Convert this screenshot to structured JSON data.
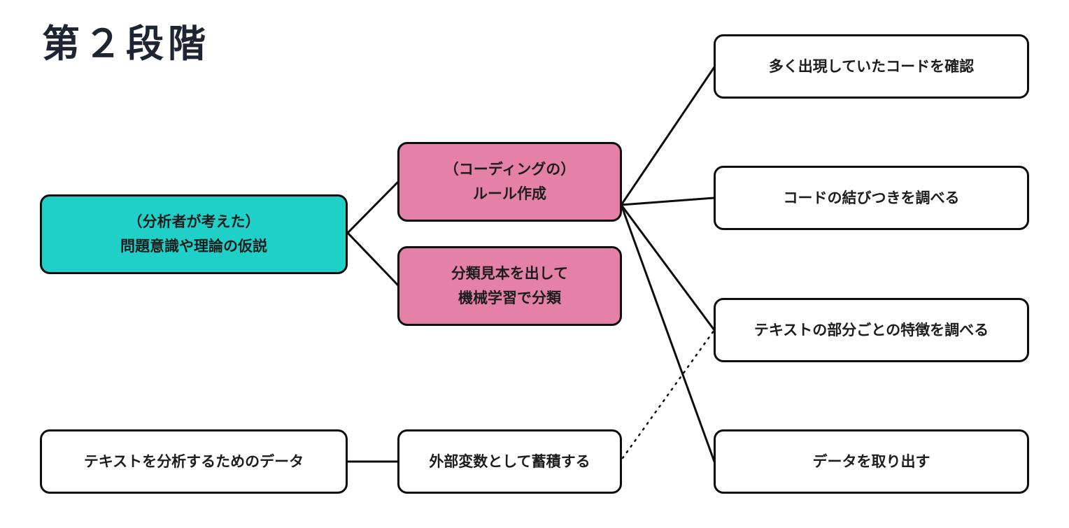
{
  "title": "第２段階",
  "colors": {
    "teal": "#1fd0c8",
    "pink": "#e581a8",
    "border": "#0d0d0d"
  },
  "nodes": {
    "hypothesis": {
      "line1": "（分析者が考えた）",
      "line2": "問題意識や理論の仮説"
    },
    "rules": {
      "line1": "（コーディングの）",
      "line2": "ルール作成"
    },
    "ml": {
      "line1": "分類見本を出して",
      "line2": "機械学習で分類"
    },
    "text_data": {
      "label": "テキストを分析するためのデータ"
    },
    "external": {
      "label": "外部変数として蓄積する"
    },
    "frequent_codes": {
      "label": "多く出現していたコードを確認"
    },
    "code_links": {
      "label": "コードの結びつきを調べる"
    },
    "part_features": {
      "label": "テキストの部分ごとの特徴を調べる"
    },
    "extract_data": {
      "label": "データを取り出す"
    }
  }
}
